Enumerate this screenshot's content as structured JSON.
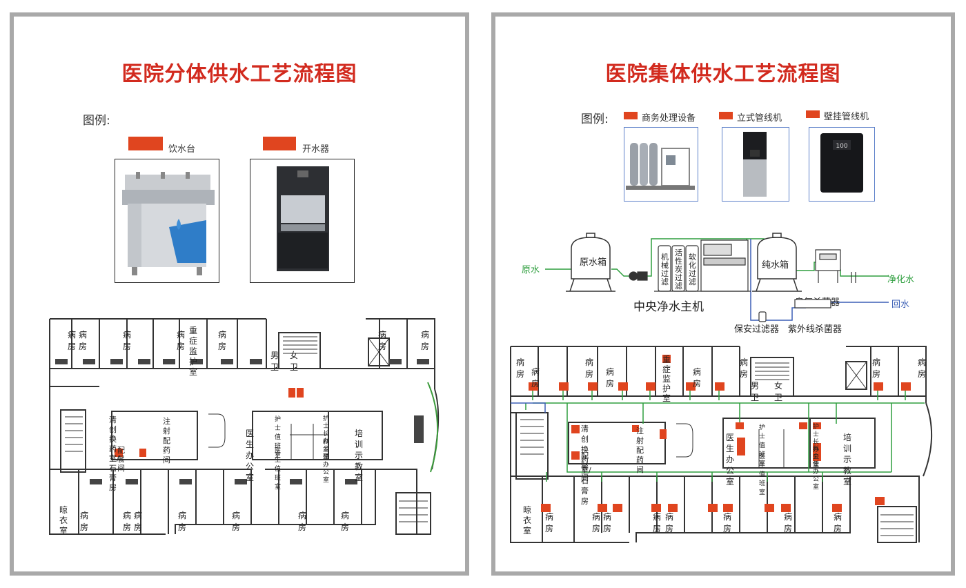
{
  "left": {
    "title": "医院分体供水工艺流程图",
    "legend_heading": "图例:",
    "legend": [
      {
        "label": "饮水台",
        "color": "#e0451f"
      },
      {
        "label": "开水器",
        "color": "#e0451f"
      }
    ],
    "equipment_icons": [
      "drinking-fountain-icon",
      "water-boiler-icon"
    ],
    "rooms": {
      "ward": "病房",
      "icu": [
        "重",
        "症",
        "监",
        "护",
        "室"
      ],
      "mens_wc": "男卫",
      "womens_wc": "女卫",
      "dressing_room": [
        "清创换药室/",
        "石膏房"
      ],
      "injection_room": [
        "注射",
        "配药间"
      ],
      "meal_room": [
        "配",
        "餐",
        "间"
      ],
      "doctor_office": [
        "医生",
        "办公室"
      ],
      "nurse_duty": "护士值班室",
      "doctor_duty": "医生值班室",
      "head_nurse": [
        "护士长",
        "办公室"
      ],
      "director": [
        "科主任",
        "办公室"
      ],
      "training": [
        "培训",
        "示教室"
      ],
      "drying_room": [
        "晾",
        "衣",
        "室"
      ]
    }
  },
  "right": {
    "title": "医院集体供水工艺流程图",
    "legend_heading": "图例:",
    "legend": [
      {
        "label": "商务处理设备",
        "color": "#e0451f"
      },
      {
        "label": "立式管线机",
        "color": "#e0451f"
      },
      {
        "label": "壁挂管线机",
        "color": "#e0451f"
      }
    ],
    "equipment_icons": [
      "water-treatment-plant-icon",
      "standing-dispenser-icon",
      "wall-dispenser-icon"
    ],
    "wall_display": "100",
    "process": {
      "raw_water": "原水",
      "raw_tank": "原水箱",
      "filters": [
        [
          "机",
          "械",
          "过",
          "滤"
        ],
        [
          "活",
          "性",
          "炭",
          "过",
          "滤"
        ],
        [
          "软",
          "化",
          "过",
          "滤"
        ]
      ],
      "pure_tank": "纯水箱",
      "ozone": "臭氧杀菌器",
      "purified": "净化水",
      "main_unit": "中央净水主机",
      "return_water": "回水",
      "security_filter": "保安过滤器",
      "uv": "紫外线杀菌器"
    },
    "pipe_color": "#2e9e3e",
    "return_pipe_color": "#3b5fb5",
    "rooms": {
      "ward": "病房",
      "icu": [
        "重",
        "症",
        "监",
        "护",
        "室"
      ],
      "mens_wc": "男卫",
      "womens_wc": "女卫",
      "dressing_room": [
        "清创换药室/",
        "石膏房"
      ],
      "injection_room": [
        "注射",
        "配药间"
      ],
      "meal_room": "配餐间",
      "doctor_office": [
        "医生",
        "办公室"
      ],
      "nurse_duty": "护士值班室",
      "doctor_duty": "医生值班室",
      "head_nurse": [
        "护士长",
        "办公室"
      ],
      "director": [
        "科主任",
        "办公室"
      ],
      "training": [
        "培训",
        "示教室"
      ],
      "drying_room": [
        "晾",
        "衣",
        "室"
      ]
    }
  }
}
